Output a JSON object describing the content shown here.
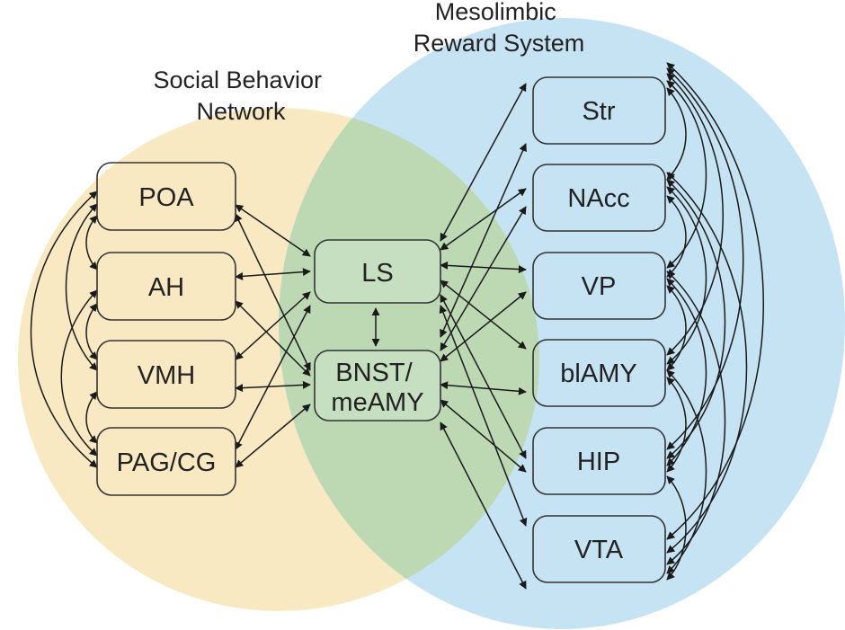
{
  "regions": {
    "social": {
      "title_lines": [
        "Social Behavior",
        "Network"
      ],
      "color": "#f8e9c2"
    },
    "reward": {
      "title_lines": [
        "Mesolimbic",
        "Reward System"
      ],
      "color": "#c6e3f4"
    },
    "overlap_color": "#bcd9b4",
    "overlap_box_color": "#c5dfc0"
  },
  "nodes": {
    "poa": "POA",
    "ah": "AH",
    "vmh": "VMH",
    "pag": "PAG/CG",
    "ls": "LS",
    "bnst": [
      "BNST/",
      "meAMY"
    ],
    "str": "Str",
    "nacc": "NAcc",
    "vp": "VP",
    "blamy": "blAMY",
    "hip": "HIP",
    "vta": "VTA"
  }
}
